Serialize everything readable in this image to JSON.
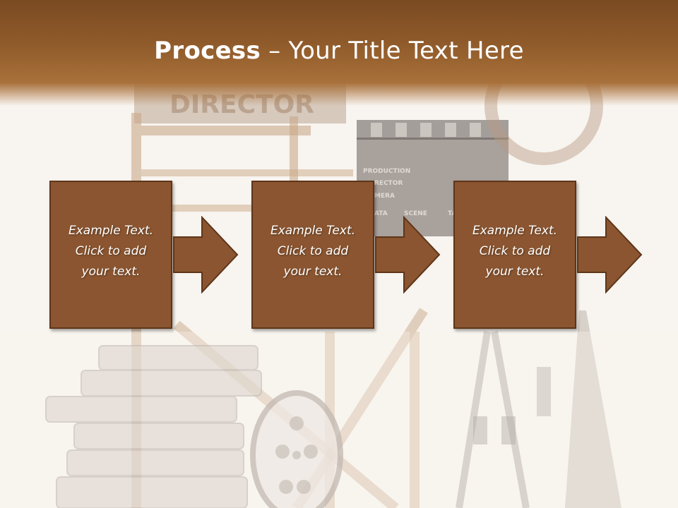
{
  "slide": {
    "title_bold": "Process",
    "title_rest": " – Your Title Text Here",
    "background_text": {
      "director": "DIRECTOR",
      "production": "PRODUCTION",
      "rector": "RECTOR",
      "camera": "MERA",
      "data": "ATA",
      "scene": "SCENE",
      "take": "TA"
    }
  },
  "steps": [
    {
      "line1": "Example Text.",
      "line2": "Click  to add",
      "line3": "your text."
    },
    {
      "line1": "Example Text.",
      "line2": "Click  to add",
      "line3": "your text."
    },
    {
      "line1": "Example Text.",
      "line2": "Click  to add",
      "line3": "your text."
    }
  ],
  "colors": {
    "header": "#8f5a2a",
    "box": "#8a5530",
    "border": "#5e3519"
  }
}
